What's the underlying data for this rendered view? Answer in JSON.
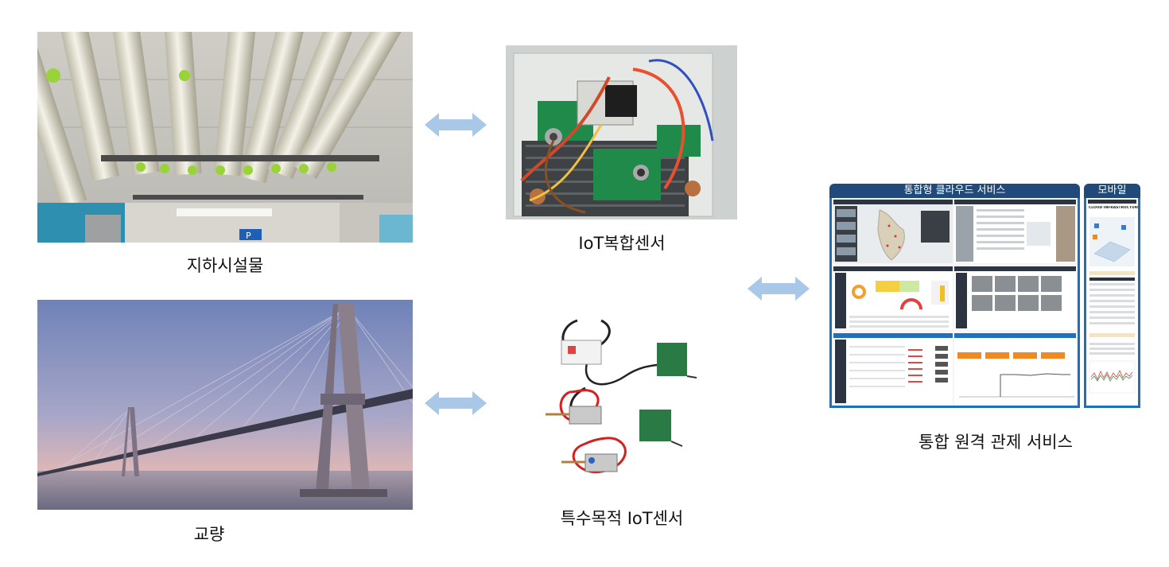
{
  "nodes": {
    "underground": {
      "label": "지하시설물"
    },
    "bridge": {
      "label": "교량"
    },
    "iot_complex_sensor": {
      "label": "IoT복합센서"
    },
    "special_iot_sensor": {
      "label": "특수목적 IoT센서"
    },
    "remote_control": {
      "label": "통합 원격 관제 서비스"
    }
  },
  "dashboard": {
    "cloud_tab": "통합형 클라우드 서비스",
    "mobile_tab": "모바일",
    "mobile_title": "CLOUD INFRASTRUCTURE"
  },
  "colors": {
    "arrow": "#a9c8e8",
    "panel_header": "#1f4a7a",
    "panel_border": "#1f6fbf"
  }
}
